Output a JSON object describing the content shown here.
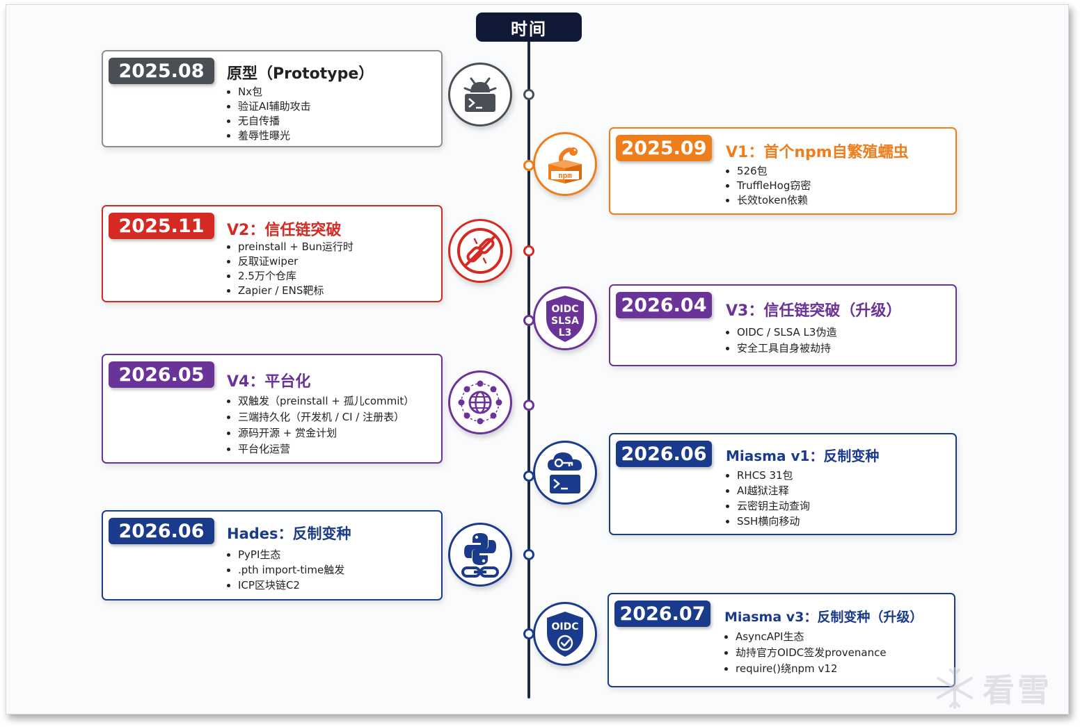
{
  "header": {
    "label": "时间"
  },
  "colors": {
    "gray": "#4a4e55",
    "orange": "#ee7d1b",
    "red": "#d42a23",
    "purple": "#6a3398",
    "navy": "#1a3a8c"
  },
  "events": [
    {
      "date": "2025.08",
      "title": "原型（Prototype）",
      "icon": "bug-terminal-icon",
      "items": [
        "Nx包",
        "验证AI辅助攻击",
        "无自传播",
        "羞辱性曝光"
      ]
    },
    {
      "date": "2025.09",
      "title": "V1：首个npm自繁殖蠕虫",
      "icon": "npm-worm-box-icon",
      "items": [
        "526包",
        "TruffleHog窃密",
        "长效token依赖"
      ]
    },
    {
      "date": "2025.11",
      "title": "V2：信任链突破",
      "icon": "broken-chain-icon",
      "items": [
        "preinstall + Bun运行时",
        "反取证wiper",
        "2.5万个仓库",
        "Zapier / ENS靶标"
      ]
    },
    {
      "date": "2026.04",
      "title": "V3：信任链突破（升级）",
      "icon": "oidc-slsa-shield-icon",
      "icon_text": [
        "OIDC",
        "SLSA",
        "L3"
      ],
      "items": [
        "OIDC / SLSA L3伪造",
        "安全工具自身被劫持"
      ]
    },
    {
      "date": "2026.05",
      "title": "V4：平台化",
      "icon": "globe-network-icon",
      "items": [
        "双触发（preinstall + 孤儿commit）",
        "三端持久化（开发机 / CI / 注册表）",
        "源码开源 + 赏金计划",
        "平台化运营"
      ]
    },
    {
      "date": "2026.06",
      "title": "Miasma v1：反制变种",
      "icon": "cloud-key-terminal-icon",
      "items": [
        "RHCS 31包",
        "AI越狱注释",
        "云密钥主动查询",
        "SSH横向移动"
      ]
    },
    {
      "date": "2026.06",
      "title": "Hades：反制变种",
      "icon": "python-chain-icon",
      "items": [
        "PyPI生态",
        ".pth import-time触发",
        "ICP区块链C2"
      ]
    },
    {
      "date": "2026.07",
      "title": "Miasma v3：反制变种（升级）",
      "icon": "oidc-check-shield-icon",
      "icon_text": [
        "OIDC"
      ],
      "items": [
        "AsyncAPI生态",
        "劫持官方OIDC签发provenance",
        "require()绕npm v12"
      ]
    }
  ],
  "watermark": {
    "text": "看雪"
  }
}
